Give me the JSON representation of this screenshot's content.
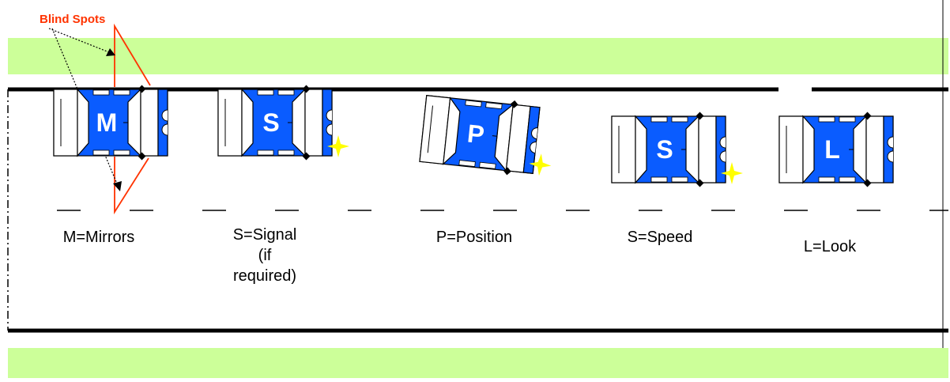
{
  "annotation": {
    "blind_spots": "Blind Spots"
  },
  "steps": [
    {
      "letter": "M",
      "label": "M=Mirrors"
    },
    {
      "letter": "S",
      "label": "S=Signal\n(if\nrequired)"
    },
    {
      "letter": "P",
      "label": "P=Position"
    },
    {
      "letter": "S",
      "label": "S=Speed"
    },
    {
      "letter": "L",
      "label": "L=Look"
    }
  ],
  "colors": {
    "car_body": "#0a5cff",
    "car_outline": "#000000",
    "grass": "#ccff99",
    "blind_spot": "#ff3300",
    "signal_flash": "#ffff00"
  },
  "icons": {
    "signal": "starburst-icon"
  }
}
